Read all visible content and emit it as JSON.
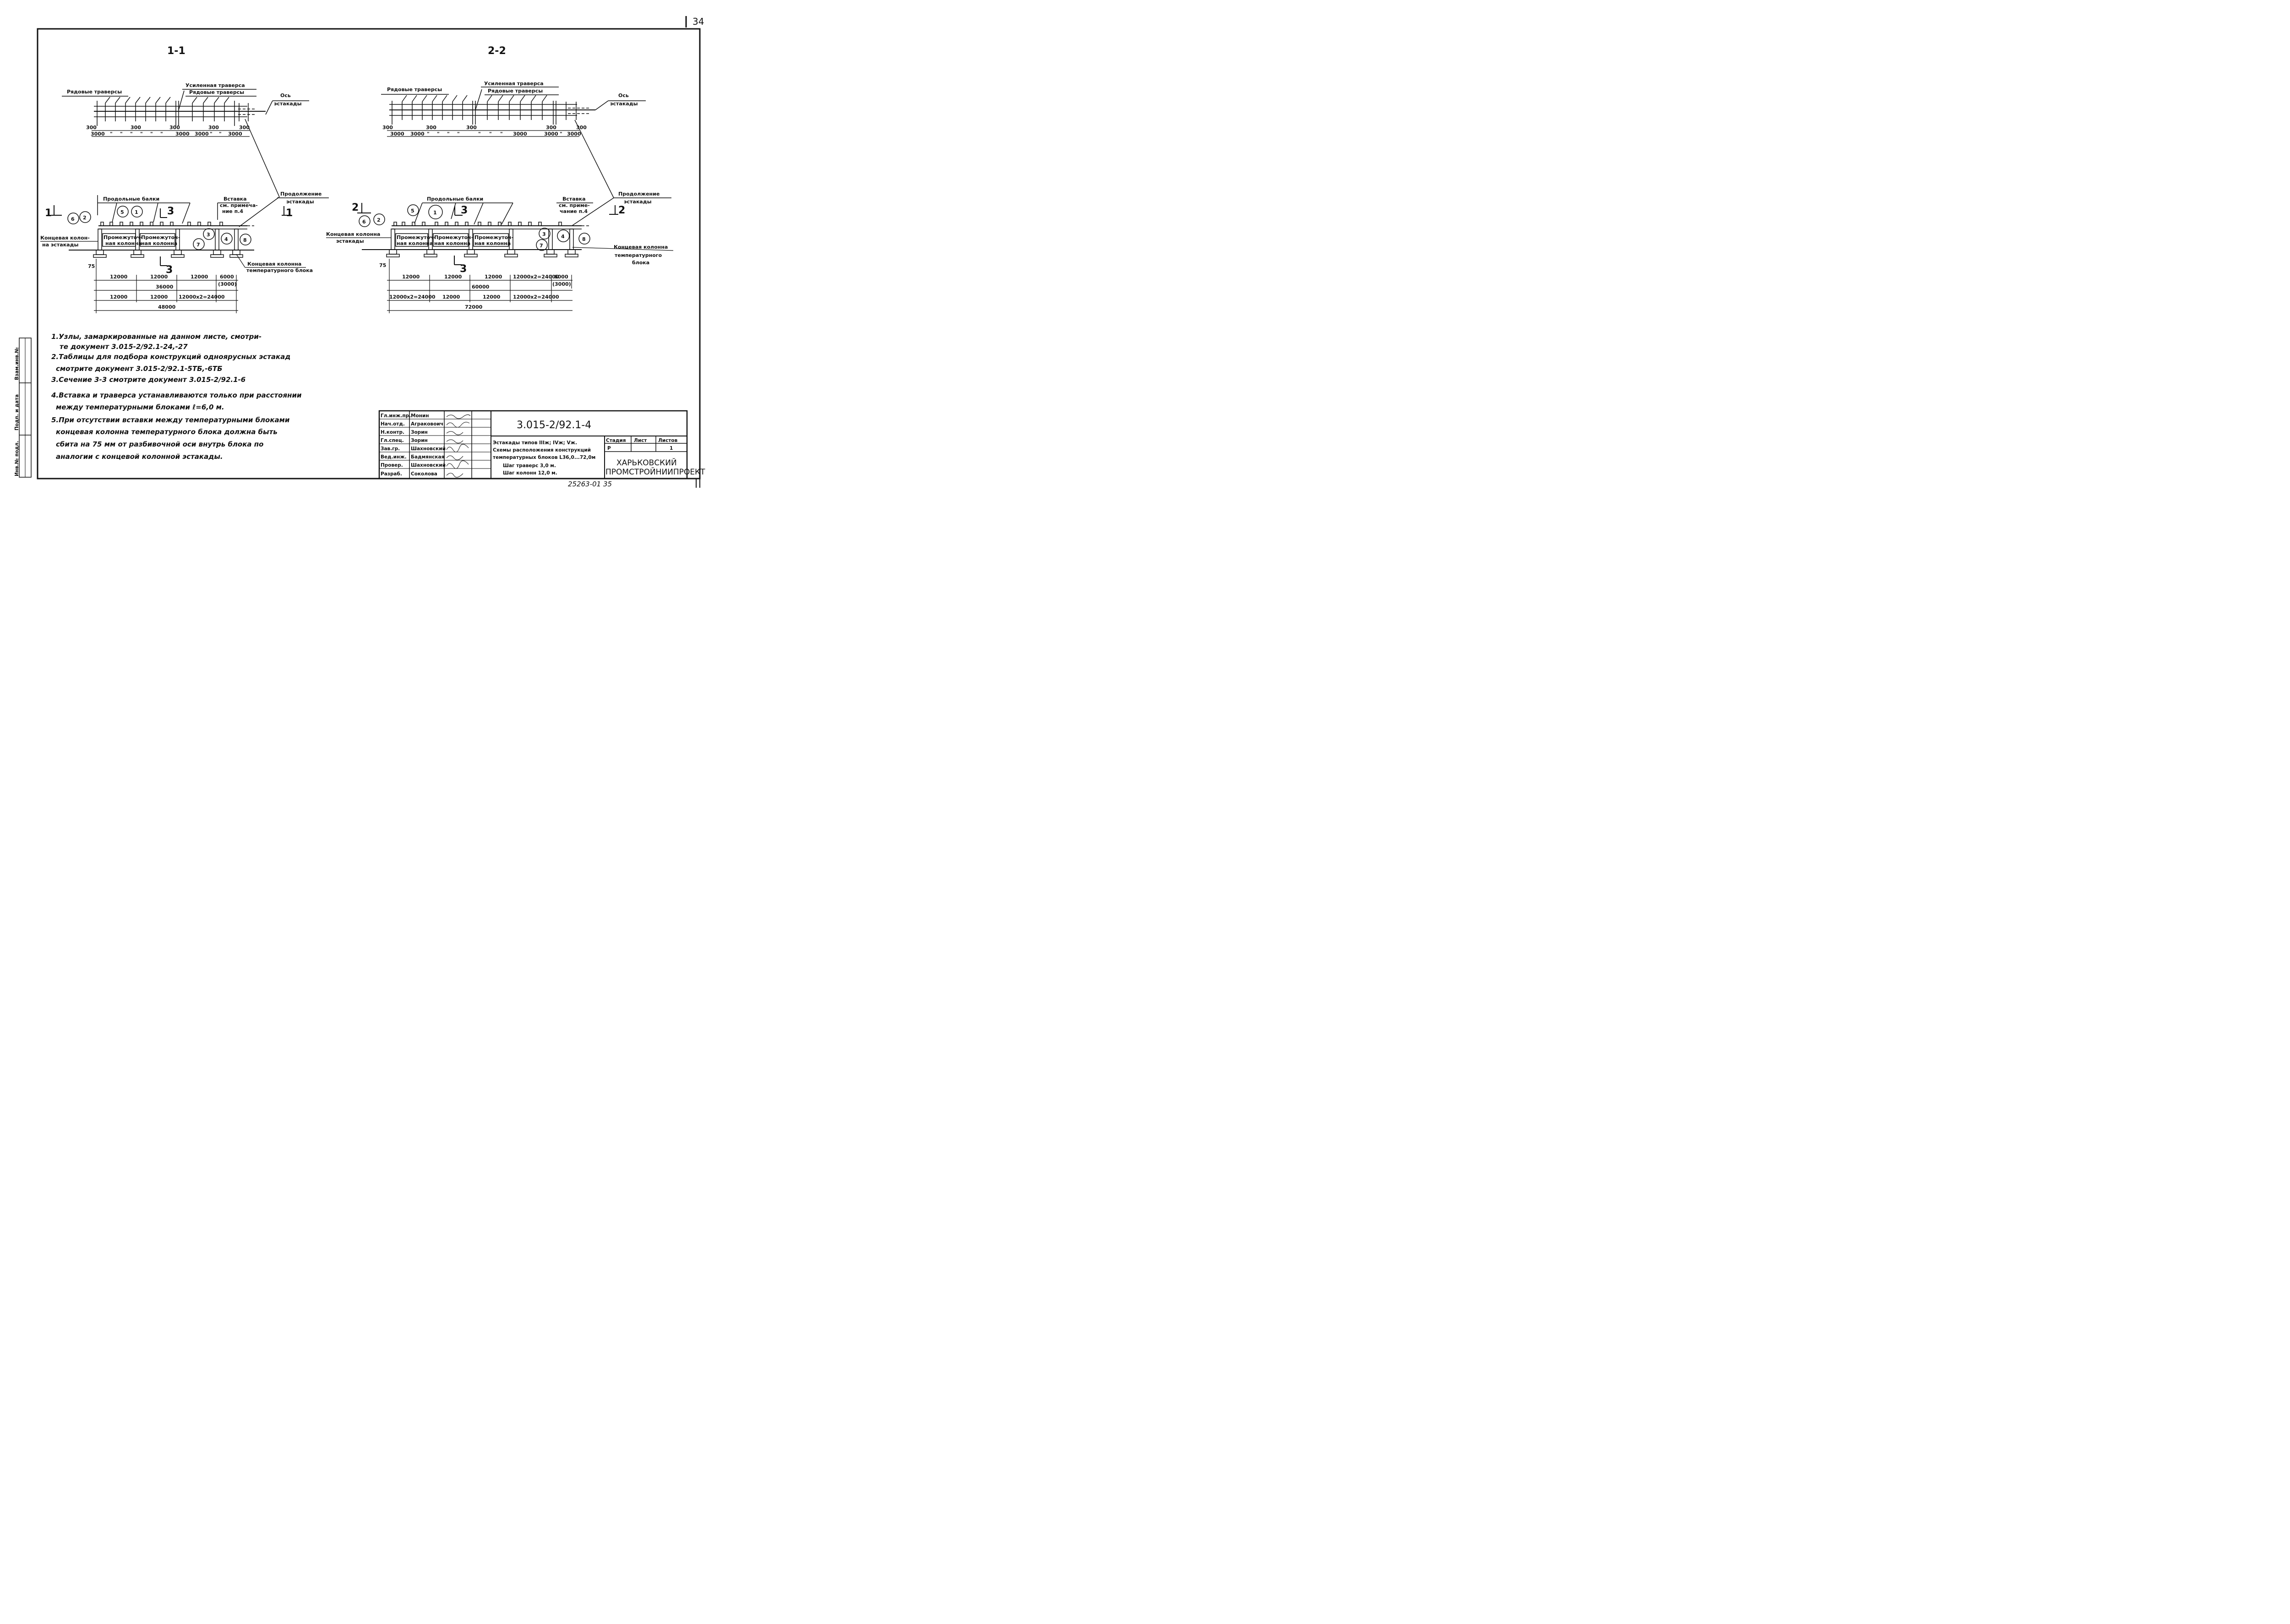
{
  "page_number": "34",
  "sections": {
    "s11": {
      "title": "1-1",
      "rowTraverses": "Рядовые траверсы",
      "reinforced": "Усиленная траверса",
      "rowTraverses2": "Рядовые траверсы",
      "axis1": "Ось",
      "axis2": "эстакады",
      "plan_dims": [
        "300",
        "3000",
        "\"",
        "\"",
        "\"",
        "\"",
        "\"",
        "\"",
        "3000",
        "300",
        "3000",
        "\"",
        "\"",
        "3000",
        "300",
        "300",
        "300"
      ],
      "beams": "Продольные балки",
      "insert": "Вставка",
      "insertNote1": "см. примеча-",
      "insertNote2": "ние п.4",
      "cont1": "Продолжение",
      "cont2": "эстакады",
      "endCol1": "Концевая колон-",
      "endCol2": "на эстакады",
      "midCol1": "Промежуточ-",
      "midCol2": "ная колонна",
      "tempCol1": "Концевая колонна",
      "tempCol2": "температурного блока",
      "cut_left": "1",
      "cut_right": "1",
      "cut3": "3",
      "dim75": "75",
      "row1": [
        "12000",
        "12000",
        "12000",
        "6000"
      ],
      "paren": "(3000)",
      "row2": [
        "36000"
      ],
      "row3": [
        "12000",
        "12000",
        "12000х2=24000"
      ],
      "row4": [
        "48000"
      ],
      "marks": [
        "6",
        "2",
        "5",
        "1",
        "3",
        "4",
        "7",
        "8"
      ]
    },
    "s22": {
      "title": "2-2",
      "rowTraverses": "Рядовые траверсы",
      "reinforced": "Усиленная траверса",
      "rowTraverses2": "Рядовые траверсы",
      "axis1": "Ось",
      "axis2": "эстакады",
      "plan_dims": [
        "300",
        "3000",
        "3000",
        "\"",
        "\"",
        "\"",
        "\"",
        "\"",
        "\"",
        "\"",
        "3000",
        "300",
        "3000",
        "\"",
        "3000",
        "300",
        "300",
        "300"
      ],
      "beams": "Продольные балки",
      "insert": "Вставка",
      "insertNote1": "см. приме-",
      "insertNote2": "чание п.4",
      "cont1": "Продолжение",
      "cont2": "эстакады",
      "endCol1": "Концевая колонна",
      "endCol2": "эстакады",
      "midCol1": "Промежуточ-",
      "midCol2": "ная колонна",
      "tempCol1": "Концевая колонна",
      "tempCol2": "температурного",
      "tempCol3": "блока",
      "cut_left": "2",
      "cut_right": "2",
      "cut3": "3",
      "dim75": "75",
      "row1": [
        "12000",
        "12000",
        "12000",
        "12000х2=24000",
        "6000"
      ],
      "paren": "(3000)",
      "row2": [
        "60000"
      ],
      "row3": [
        "12000х2=24000",
        "12000",
        "12000",
        "12000х2=24000"
      ],
      "row4": [
        "72000"
      ],
      "marks": [
        "6",
        "2",
        "5",
        "1",
        "3",
        "4",
        "7",
        "8"
      ]
    }
  },
  "notes": [
    "1.Узлы, замаркированные на данном листе, смотри-",
    "те документ 3.015-2/92.1-24,-27",
    "2.Таблицы для подбора конструкций одноярусных эстакад",
    "смотрите документ 3.015-2/92.1-5ТБ,-6ТБ",
    "3.Сечение 3-3 смотрите документ 3.015-2/92.1-6",
    "4.Вставка и траверса устанавливаются только при расстоянии",
    "между температурными блоками ℓ=6,0 м.",
    "5.При отсутствии вставки между температурными блоками",
    "концевая колонна температурного блока должна быть",
    "сбита на 75 мм от разбивочной оси внутрь блока по",
    "аналогии с концевой колонной эстакады."
  ],
  "side_stamp": [
    "Взам.инв.№",
    "Подп. и дата",
    "Инв.№ подл."
  ],
  "title_block": {
    "roles": [
      "Гл.инж.пр.",
      "Нач.отд.",
      "Н.контр.",
      "Гл.спец.",
      "Зав.гр.",
      "Вед.инж.",
      "Провер.",
      "Разраб."
    ],
    "names": [
      "Монин",
      "Аграковоич",
      "Зорин",
      "Зорин",
      "Шахновский",
      "Бадмянская",
      "Шахновский",
      "Соколова"
    ],
    "code": "3.015-2/92.1-4",
    "desc": [
      "Эстакады типов IIIж; IVж; Vж.",
      "Схемы расположения конструкций",
      "температурных блоков L36,0...72,0м",
      "Шаг траверс 3,0 м.",
      "Шаг колонн 12,0 м."
    ],
    "stage_h": "Стадия",
    "sheet_h": "Лист",
    "sheets_h": "Листов",
    "stage": "Р",
    "sheets": "1",
    "org1": "ХАРЬКОВСКИЙ",
    "org2": "ПРОМСТРОЙНИИПРОЕКТ"
  },
  "footer": "25263-01 35"
}
